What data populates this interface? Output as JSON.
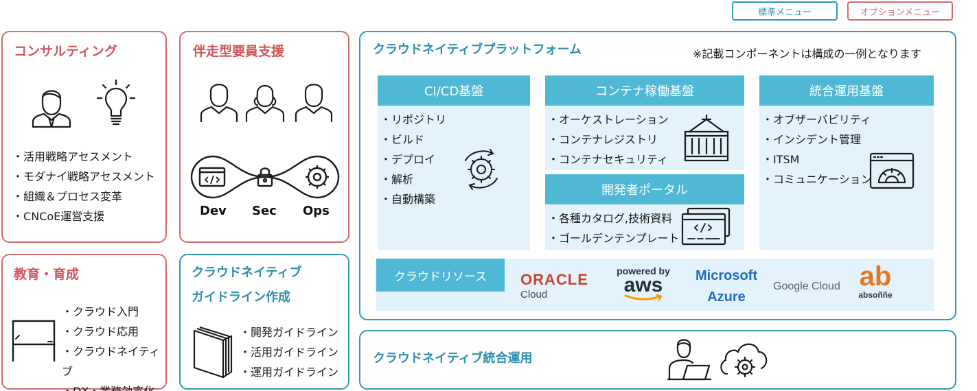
{
  "legend": {
    "standard": "標準メニュー",
    "option": "オプションメニュー"
  },
  "consulting": {
    "title": "コンサルティング",
    "items": [
      "活用戦略アセスメント",
      "モダナイ戦略アセスメント",
      "組織＆プロセス変革",
      "CNCoE運営支援"
    ]
  },
  "companion": {
    "title": "伴走型要員支援",
    "labels": [
      "Dev",
      "Sec",
      "Ops"
    ]
  },
  "education": {
    "title": "教育・育成",
    "items": [
      "クラウド入門",
      "クラウド応用",
      "クラウドネイティブ",
      "DX・業務効率化"
    ]
  },
  "guideline": {
    "title_line1": "クラウドネイティブ",
    "title_line2": "ガイドライン作成",
    "items": [
      "開発ガイドライン",
      "活用ガイドライン",
      "運用ガイドライン"
    ]
  },
  "platform": {
    "title": "クラウドネイティブプラットフォーム",
    "note": "※記載コンポーネントは構成の一例となります",
    "cicd": {
      "title": "CI/CD基盤",
      "items": [
        "リポジトリ",
        "ビルド",
        "デプロイ",
        "解析",
        "自動構築"
      ]
    },
    "container": {
      "title": "コンテナ稼働基盤",
      "items": [
        "オーケストレーション",
        "コンテナレジストリ",
        "コンテナセキュリティ"
      ]
    },
    "portal": {
      "title": "開発者ポータル",
      "items": [
        "各種カタログ,技術資料",
        "ゴールデンテンプレート"
      ]
    },
    "ops": {
      "title": "統合運用基盤",
      "items": [
        "オブザーバビリティ",
        "インシデント管理",
        "ITSM",
        "コミュニケーション"
      ]
    },
    "resources": {
      "title": "クラウドリソース",
      "oracle": {
        "line1": "ORACLE",
        "line2": "Cloud"
      },
      "aws": {
        "line1": "powered by",
        "line2": "aws"
      },
      "azure": {
        "line1": "Microsoft",
        "line2": "Azure"
      },
      "google": "Google Cloud",
      "absonne": {
        "mark": "ab",
        "name": "absoññe"
      }
    }
  },
  "integrated_ops": {
    "title": "クラウドネイティブ統合運用"
  },
  "colors": {
    "red": "#d46a6a",
    "blue": "#2e9ab3",
    "header": "#4fb8d4",
    "panel": "#e3f2fb",
    "oracle": "#c74634",
    "azure": "#1f6cc0",
    "absonne": "#e87722"
  }
}
